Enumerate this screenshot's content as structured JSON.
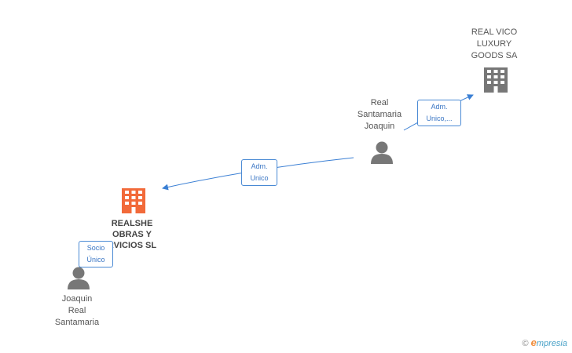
{
  "nodes": {
    "real_vico": {
      "lines": [
        "REAL VICO",
        "LUXURY",
        "GOODS SA"
      ],
      "type": "company",
      "color": "#777777",
      "icon": "building-icon"
    },
    "real_santamaria_joaquin": {
      "lines": [
        "Real",
        "Santamaria",
        "Joaquin"
      ],
      "type": "person",
      "color": "#777777",
      "icon": "person-icon"
    },
    "realshe": {
      "lines": [
        "REALSHE",
        "OBRAS Y",
        "RVICIOS SL"
      ],
      "type": "company",
      "color": "#f26a3a",
      "icon": "building-icon"
    },
    "joaquin_real_santamaria": {
      "lines": [
        "Joaquin",
        "Real",
        "Santamaria"
      ],
      "type": "person",
      "color": "#777777",
      "icon": "person-icon"
    }
  },
  "relations": {
    "to_real_vico": {
      "lines": [
        "Adm.",
        "Unico,..."
      ]
    },
    "to_realshe": {
      "lines": [
        "Adm.",
        "Unico"
      ]
    },
    "socio": {
      "lines": [
        "Socio",
        "Único"
      ]
    }
  },
  "edge_color": "#3a7fd4",
  "footer": {
    "symbol": "©",
    "brand_first": "e",
    "brand_rest": "mpresia"
  }
}
